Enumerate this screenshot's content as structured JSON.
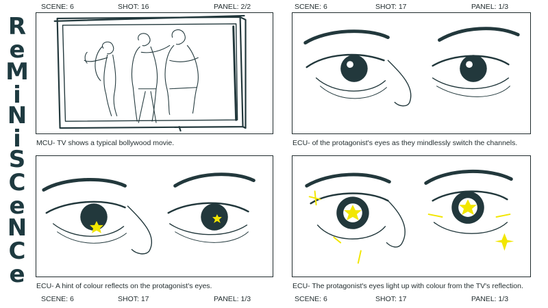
{
  "title_vertical": [
    "R",
    "e",
    "M",
    "i",
    "N",
    "i",
    "S",
    "C",
    "e",
    "N",
    "C",
    "e"
  ],
  "panels": [
    {
      "header": {
        "scene": "SCENE: 6",
        "shot": "SHOT: 16",
        "panel": "PANEL: 2/2"
      },
      "caption": "MCU- TV shows a typical bollywood movie."
    },
    {
      "header": {
        "scene": "SCENE: 6",
        "shot": "SHOT: 17",
        "panel": "PANEL: 1/3"
      },
      "caption": "ECU- of the protagonist's eyes as they mindlessly switch the channels."
    },
    {
      "caption": "ECU- A hint of colour reflects on the protagonist's eyes.",
      "footer": {
        "scene": "SCENE: 6",
        "shot": "SHOT: 17",
        "panel": "PANEL: 1/3"
      }
    },
    {
      "caption": "ECU- The protagonist's eyes light up with colour from the TV's reflection.",
      "footer": {
        "scene": "SCENE: 6",
        "shot": "SHOT: 17",
        "panel": "PANEL: 1/3"
      }
    }
  ],
  "colors": {
    "ink": "#22383c",
    "title": "#1e3a40",
    "highlight": "#f2e600"
  }
}
